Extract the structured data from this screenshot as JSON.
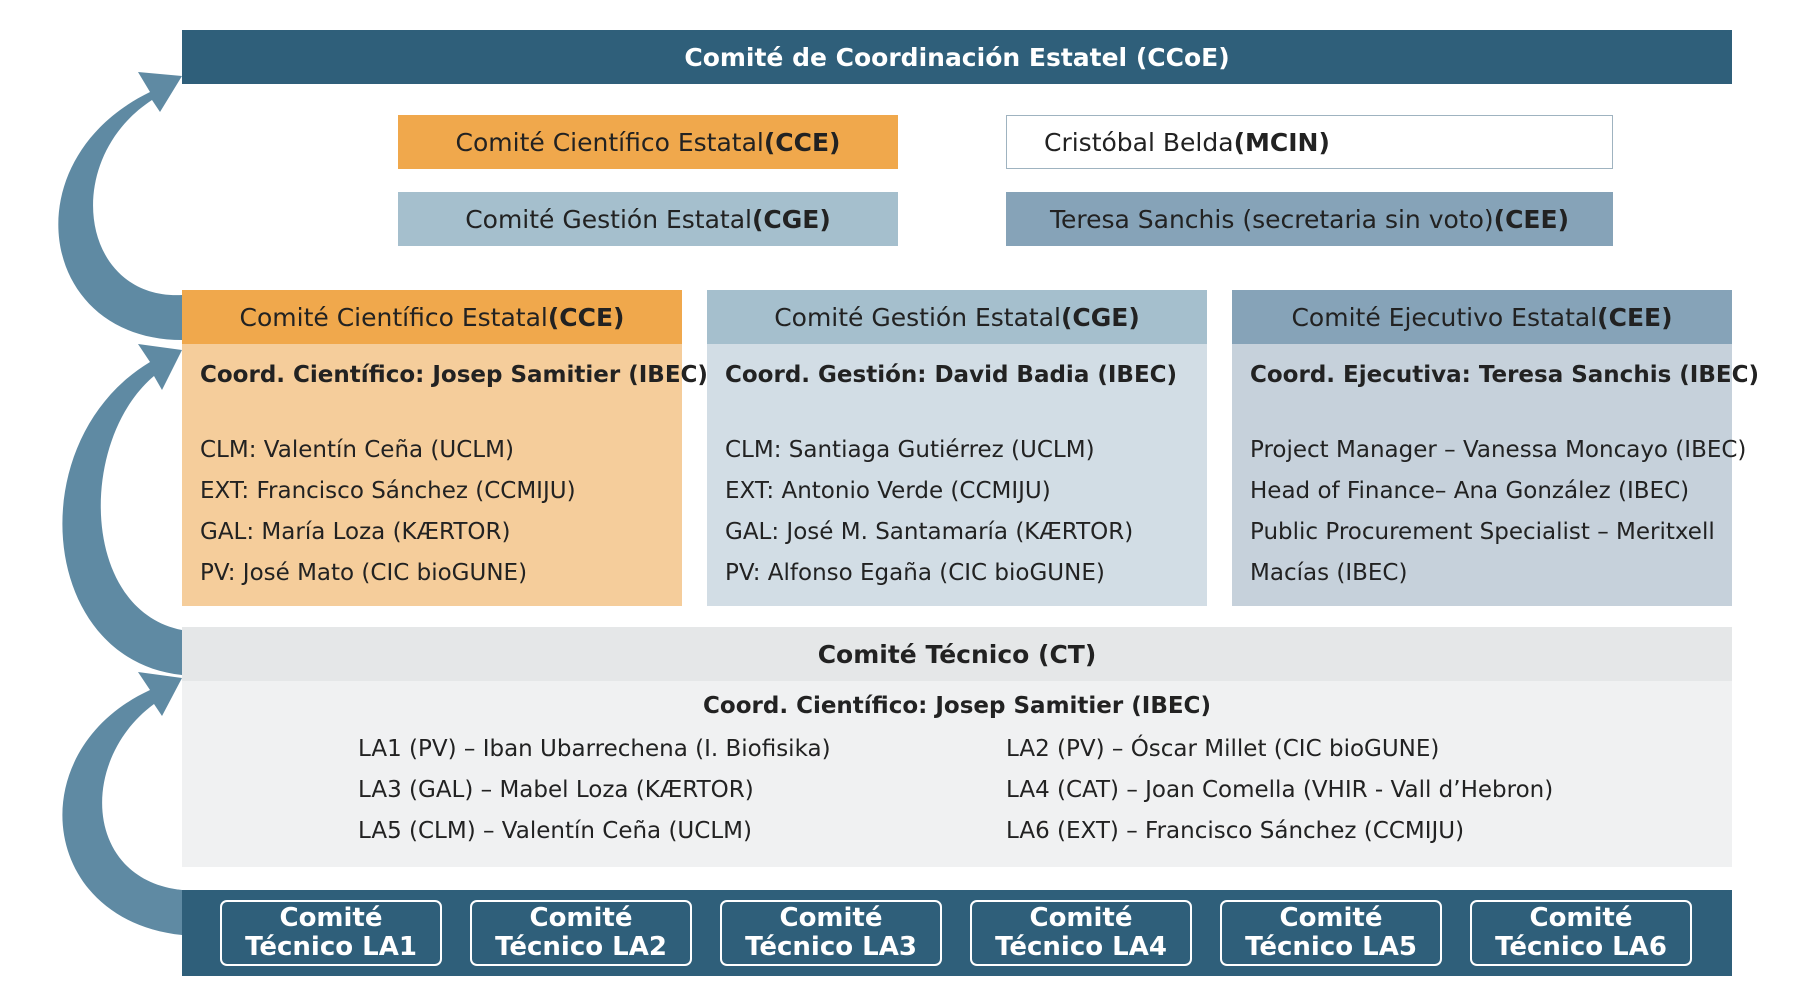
{
  "ccoe": {
    "title": "Comité de Coordinación Estatel (CCoE)"
  },
  "upper": {
    "cce": {
      "text": "Comité Científico Estatal ",
      "bold": "(CCE)"
    },
    "cge": {
      "text": "Comité Gestión Estatal ",
      "bold": "(CGE)"
    },
    "mcin": {
      "text": "Cristóbal Belda ",
      "bold": "(MCIN)"
    },
    "cee": {
      "text": "Teresa Sanchis (secretaria sin voto) ",
      "bold": "(CEE)"
    }
  },
  "columns": {
    "cce": {
      "header": "Comité Científico Estatal ",
      "header_bold": "(CCE)",
      "coord": "Coord. Científico: Josep Samitier (IBEC)",
      "members": [
        "CLM: Valentín Ceña (UCLM)",
        "EXT: Francisco Sánchez (CCMIJU)",
        "GAL: María Loza (KÆRTOR)",
        "PV: José Mato (CIC bioGUNE)"
      ]
    },
    "cge": {
      "header": "Comité Gestión Estatal ",
      "header_bold": "(CGE)",
      "coord": "Coord. Gestión: David Badia (IBEC)",
      "members": [
        "CLM: Santiaga Gutiérrez (UCLM)",
        "EXT: Antonio Verde (CCMIJU)",
        "GAL: José M. Santamaría (KÆRTOR)",
        "PV: Alfonso Egaña (CIC bioGUNE)"
      ]
    },
    "cee": {
      "header": "Comité Ejecutivo Estatal ",
      "header_bold": "(CEE)",
      "coord": "Coord. Ejecutiva: Teresa Sanchis (IBEC)",
      "members": [
        "Project Manager – Vanessa Moncayo (IBEC)",
        "Head of Finance– Ana González (IBEC)",
        "Public Procurement Specialist – Meritxell",
        "Macías (IBEC)"
      ]
    }
  },
  "ct": {
    "title": "Comité Técnico (CT)",
    "coord": "Coord. Científico: Josep Samitier (IBEC)",
    "left": [
      "LA1 (PV) – Iban Ubarrechena (I. Biofisika)",
      "LA3 (GAL) – Mabel Loza (KÆRTOR)",
      "LA5 (CLM) – Valentín Ceña (UCLM)"
    ],
    "right": [
      "LA2 (PV) – Óscar Millet (CIC bioGUNE)",
      "LA4 (CAT) – Joan Comella (VHIR - Vall d’Hebron)",
      "LA6 (EXT) – Francisco Sánchez (CCMIJU)"
    ]
  },
  "tech_committees": [
    {
      "line1": "Comité",
      "line2": "Técnico LA1"
    },
    {
      "line1": "Comité",
      "line2": "Técnico LA2"
    },
    {
      "line1": "Comité",
      "line2": "Técnico LA3"
    },
    {
      "line1": "Comité",
      "line2": "Técnico LA4"
    },
    {
      "line1": "Comité",
      "line2": "Técnico LA5"
    },
    {
      "line1": "Comité",
      "line2": "Técnico LA6"
    }
  ],
  "colors": {
    "dark_blue": "#2f5f7a",
    "orange": "#f0a84c",
    "light_orange": "#f5cd9b",
    "mid_blue": "#a5bfcd",
    "steel_blue": "#86a3b8",
    "arrow": "#5f8aa3"
  }
}
